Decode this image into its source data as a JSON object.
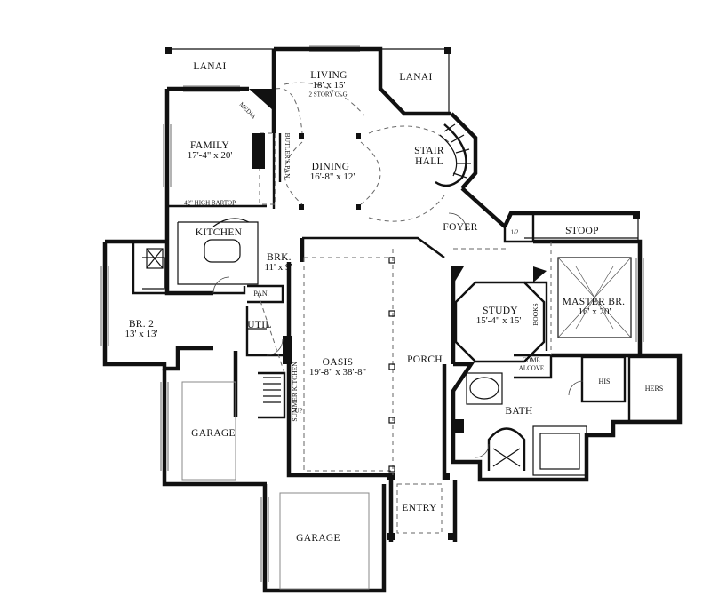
{
  "rooms": {
    "lanai_left": {
      "name": "LANAI"
    },
    "lanai_right": {
      "name": "LANAI"
    },
    "living": {
      "name": "LIVING",
      "dims": "18' x 15'",
      "note": "2 STORY CLG."
    },
    "media": {
      "name": "MEDIA"
    },
    "family": {
      "name": "FAMILY",
      "dims": "17'-4\" x 20'"
    },
    "butlers": {
      "name": "BUTLER'S PAN."
    },
    "dining": {
      "name": "DINING",
      "dims": "16'-8\" x 12'"
    },
    "stair_hall": {
      "name": "STAIR HALL"
    },
    "bartop": {
      "name": "42\" HIGH BARTOP"
    },
    "kitchen": {
      "name": "KITCHEN"
    },
    "brk": {
      "name": "BRK.",
      "dims": "11' x 9'"
    },
    "foyer": {
      "name": "FOYER"
    },
    "half_bath": {
      "name": "1/2"
    },
    "stoop": {
      "name": "STOOP"
    },
    "pan": {
      "name": "PAN."
    },
    "br2": {
      "name": "BR. 2",
      "dims": "13' x 13'"
    },
    "util": {
      "name": "UTIL"
    },
    "study": {
      "name": "STUDY",
      "dims": "15'-4\" x 15'"
    },
    "books": {
      "name": "BOOKS"
    },
    "master": {
      "name": "MASTER BR.",
      "dims": "16' x 20'"
    },
    "oasis": {
      "name": "OASIS",
      "dims": "19'-8\" x 38'-8\""
    },
    "porch": {
      "name": "PORCH"
    },
    "comp": {
      "name": "COMP.",
      "sub": "ALCOVE"
    },
    "his": {
      "name": "HIS"
    },
    "hers": {
      "name": "HERS"
    },
    "summer": {
      "name": "SUMMER KITCHEN"
    },
    "up": {
      "name": "UP"
    },
    "bath": {
      "name": "BATH"
    },
    "garage1": {
      "name": "GARAGE"
    },
    "garage2": {
      "name": "GARAGE"
    },
    "entry": {
      "name": "ENTRY"
    }
  }
}
